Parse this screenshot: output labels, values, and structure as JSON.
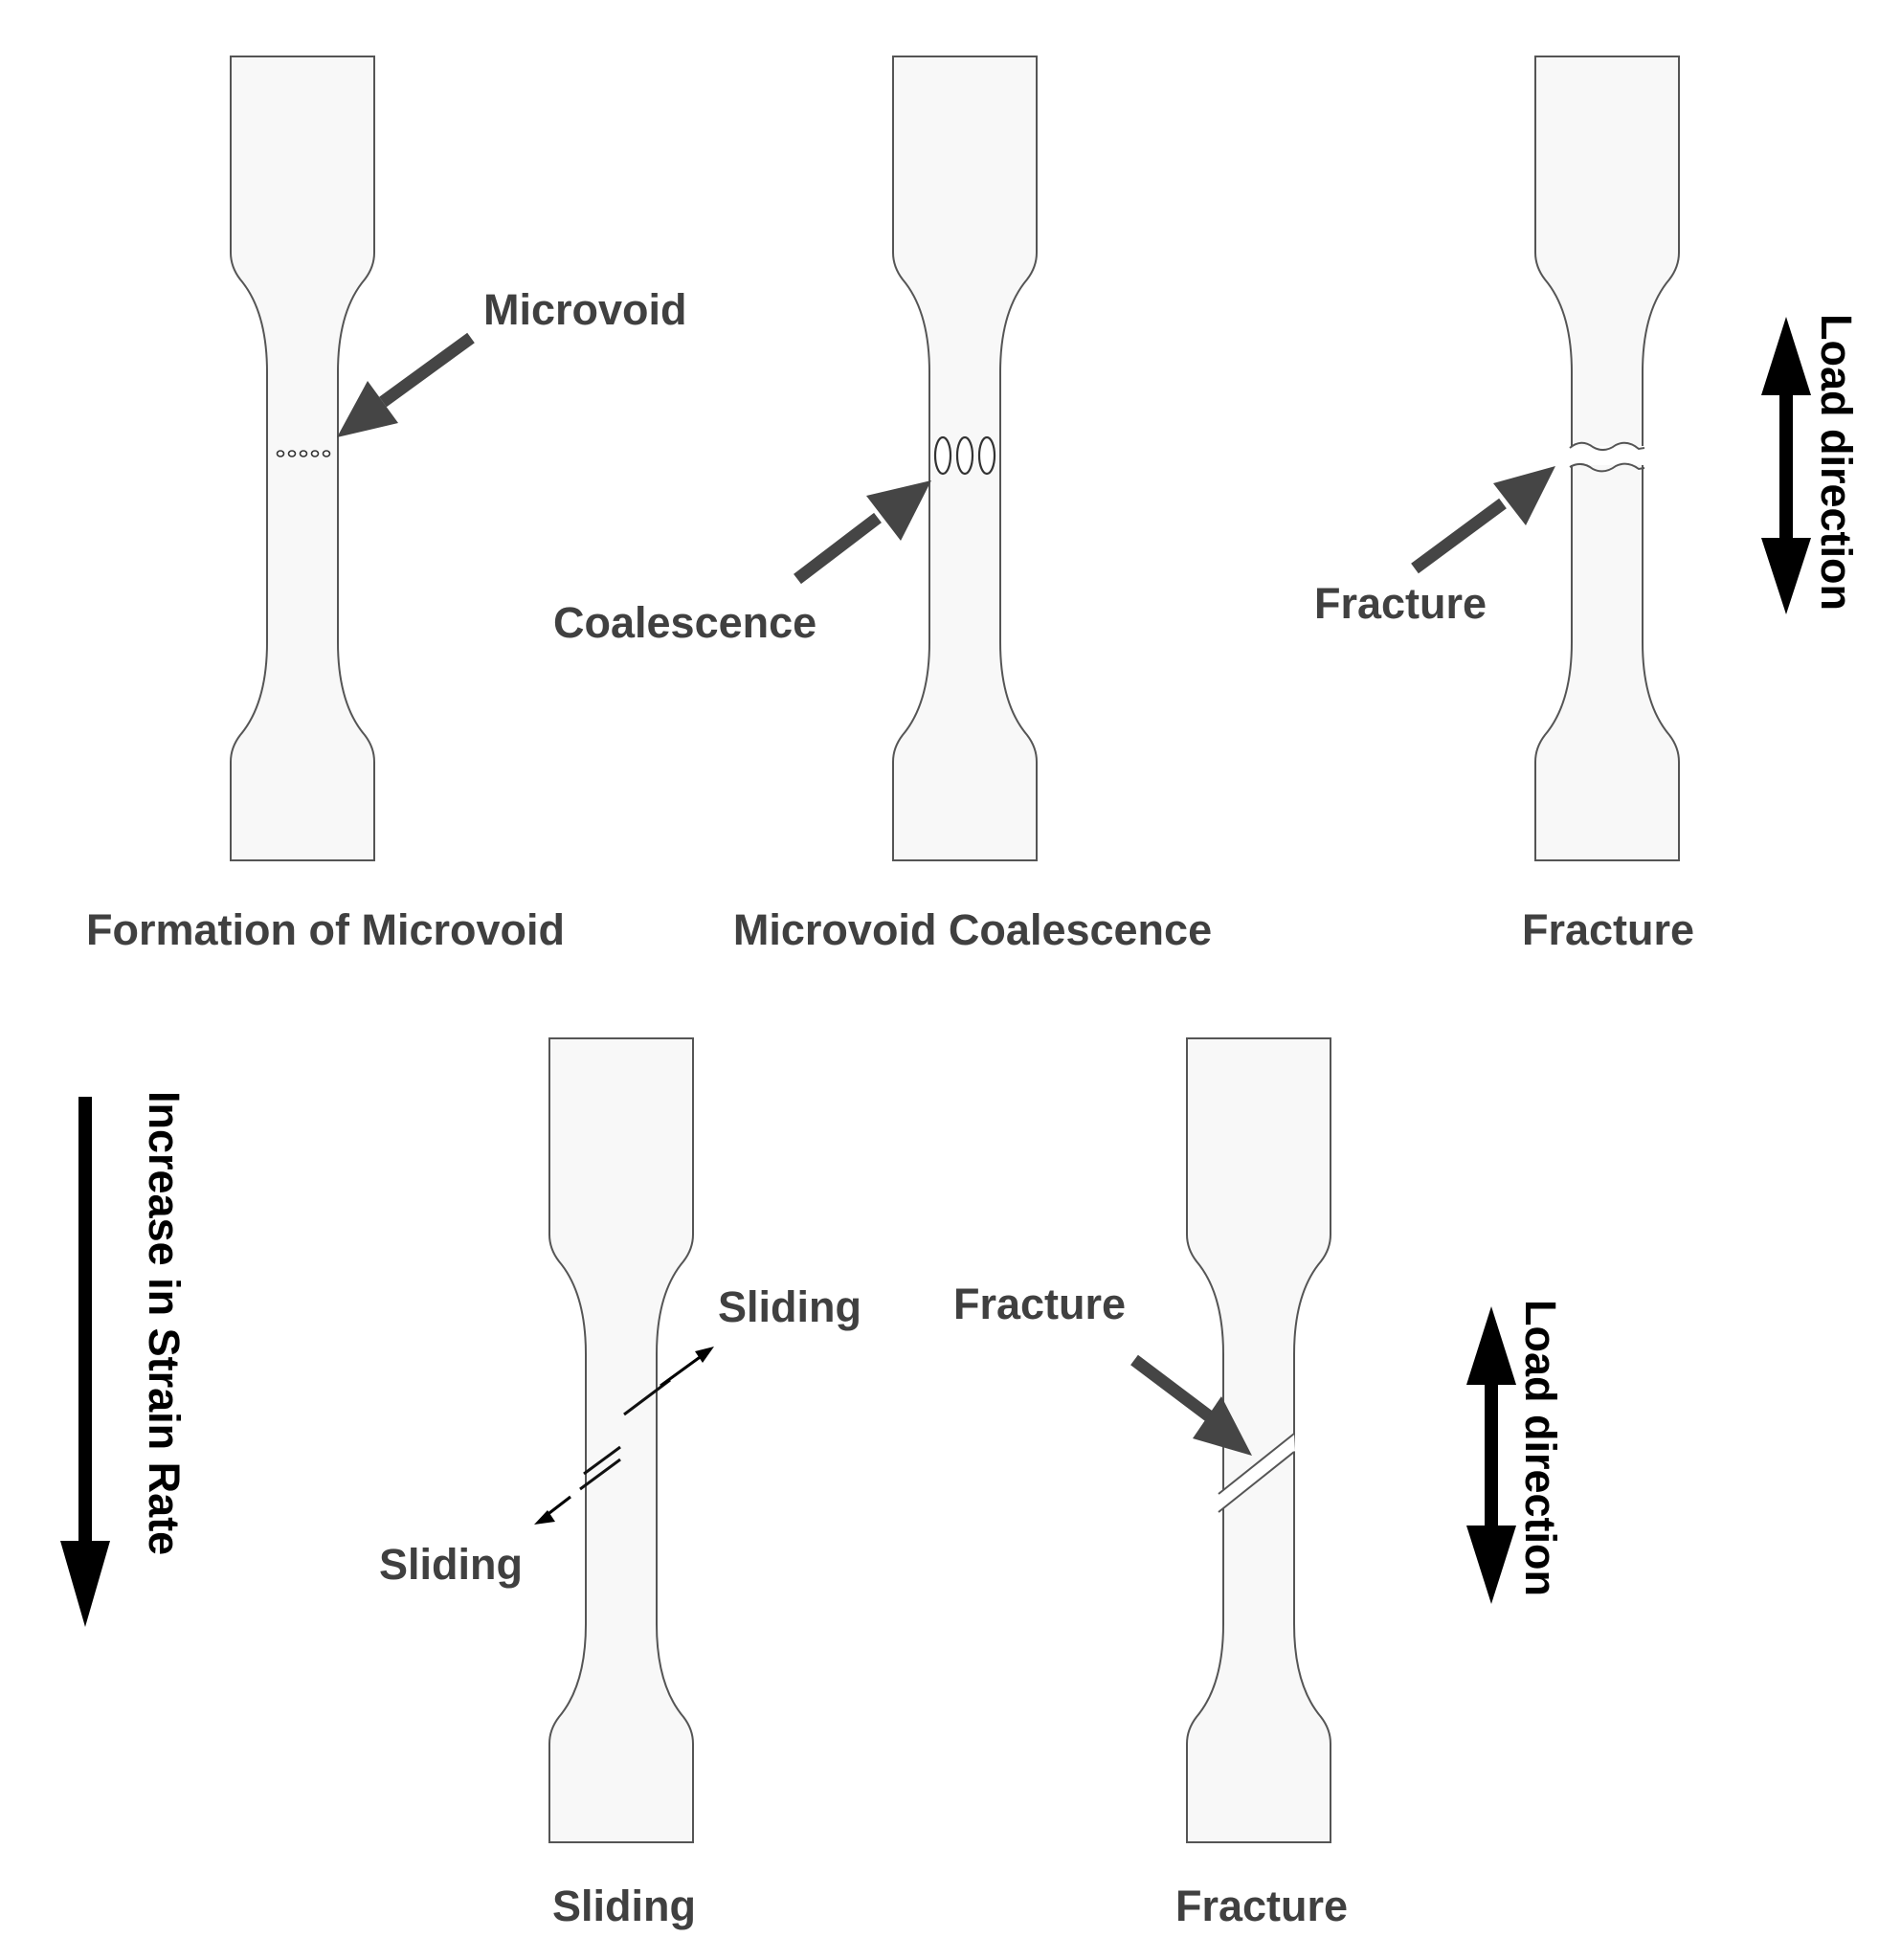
{
  "labels": {
    "microvoid": "Microvoid",
    "coalescence": "Coalescence",
    "fracture_top": "Fracture",
    "load_direction_top": "Load direction",
    "caption_formation": "Formation of Microvoid",
    "caption_coalescence": "Microvoid Coalescence",
    "caption_fracture_top": "Fracture",
    "strain_rate": "Increase in Strain Rate",
    "sliding_upper": "Sliding",
    "sliding_lower": "Sliding",
    "fracture_bottom": "Fracture",
    "load_direction_bottom": "Load direction",
    "caption_sliding": "Sliding",
    "caption_fracture_bottom": "Fracture"
  },
  "colors": {
    "specimen_fill": "#f8f8f8",
    "specimen_stroke": "#555555",
    "label_text": "#404040",
    "callout_arrow": "#454545",
    "direction_arrow": "#000000"
  }
}
